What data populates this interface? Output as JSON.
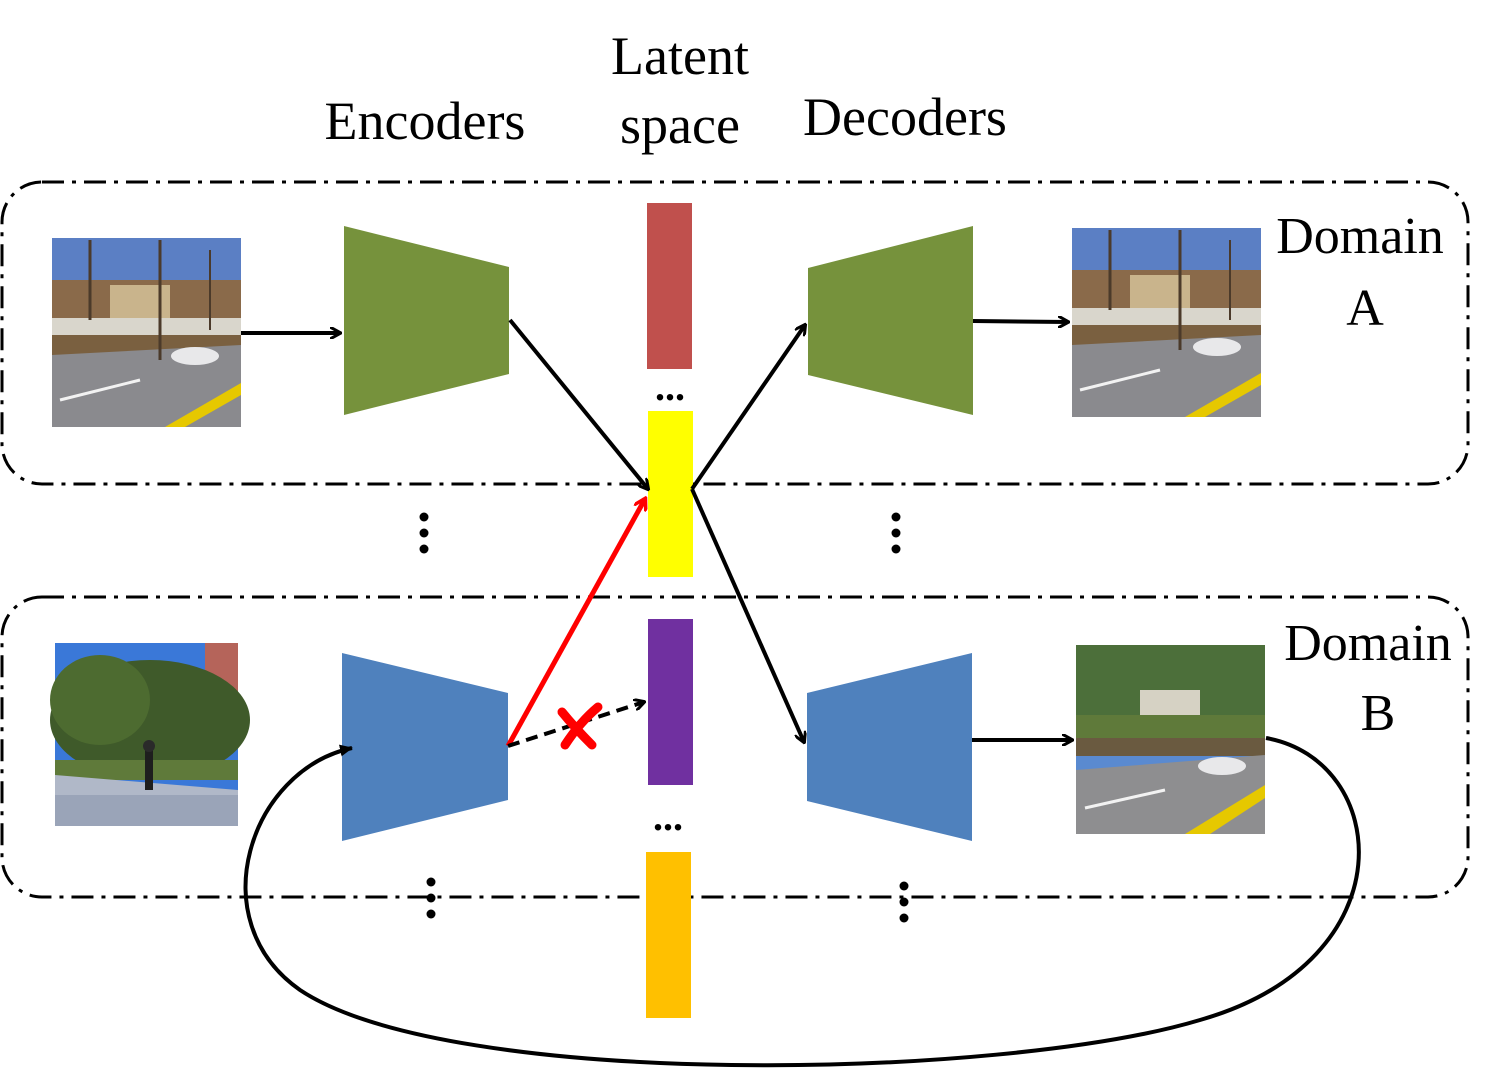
{
  "labels": {
    "encoders": "Encoders",
    "latent_line1": "Latent",
    "latent_line2": "space",
    "decoders": "Decoders",
    "domain_a_line1": "Domain",
    "domain_a_line2": "A",
    "domain_b_line1": "Domain",
    "domain_b_line2": "B"
  },
  "ellipsis": "...",
  "colors": {
    "encoder_decoder_a": "#76923C",
    "encoder_decoder_b": "#4F81BD",
    "latent_red": "#C0504D",
    "latent_yellow": "#FFFF00",
    "latent_purple": "#7030A0",
    "latent_orange": "#FFC000",
    "arrow": "#000000",
    "blocked_arrow": "#FF0000"
  },
  "icons": {
    "blocked_mark": "red-cross-icon"
  }
}
